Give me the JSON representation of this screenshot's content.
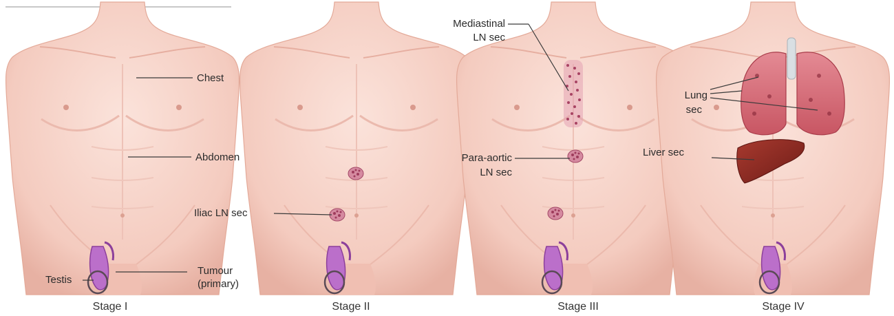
{
  "stages": [
    {
      "caption": "Stage I"
    },
    {
      "caption": "Stage II"
    },
    {
      "caption": "Stage III"
    },
    {
      "caption": "Stage IV"
    }
  ],
  "labels": {
    "chest": "Chest",
    "abdomen": "Abdomen",
    "testis": "Testis",
    "tumour_line1": "Tumour",
    "tumour_line2": "(primary)",
    "iliac": "Iliac LN sec",
    "mediastinal_line1": "Mediastinal",
    "mediastinal_line2": "LN sec",
    "paraaortic_line1": "Para-aortic",
    "paraaortic_line2": "LN sec",
    "lung_line1": "Lung",
    "lung_line2": "sec",
    "liver": "Liver sec"
  },
  "colors": {
    "skin": "#f7d3c9",
    "skin_shadow": "#e9b4a6",
    "lesion": "#c0607a",
    "testis": "#b968c8",
    "lung": "#d9737f",
    "liver": "#8e2a24"
  }
}
